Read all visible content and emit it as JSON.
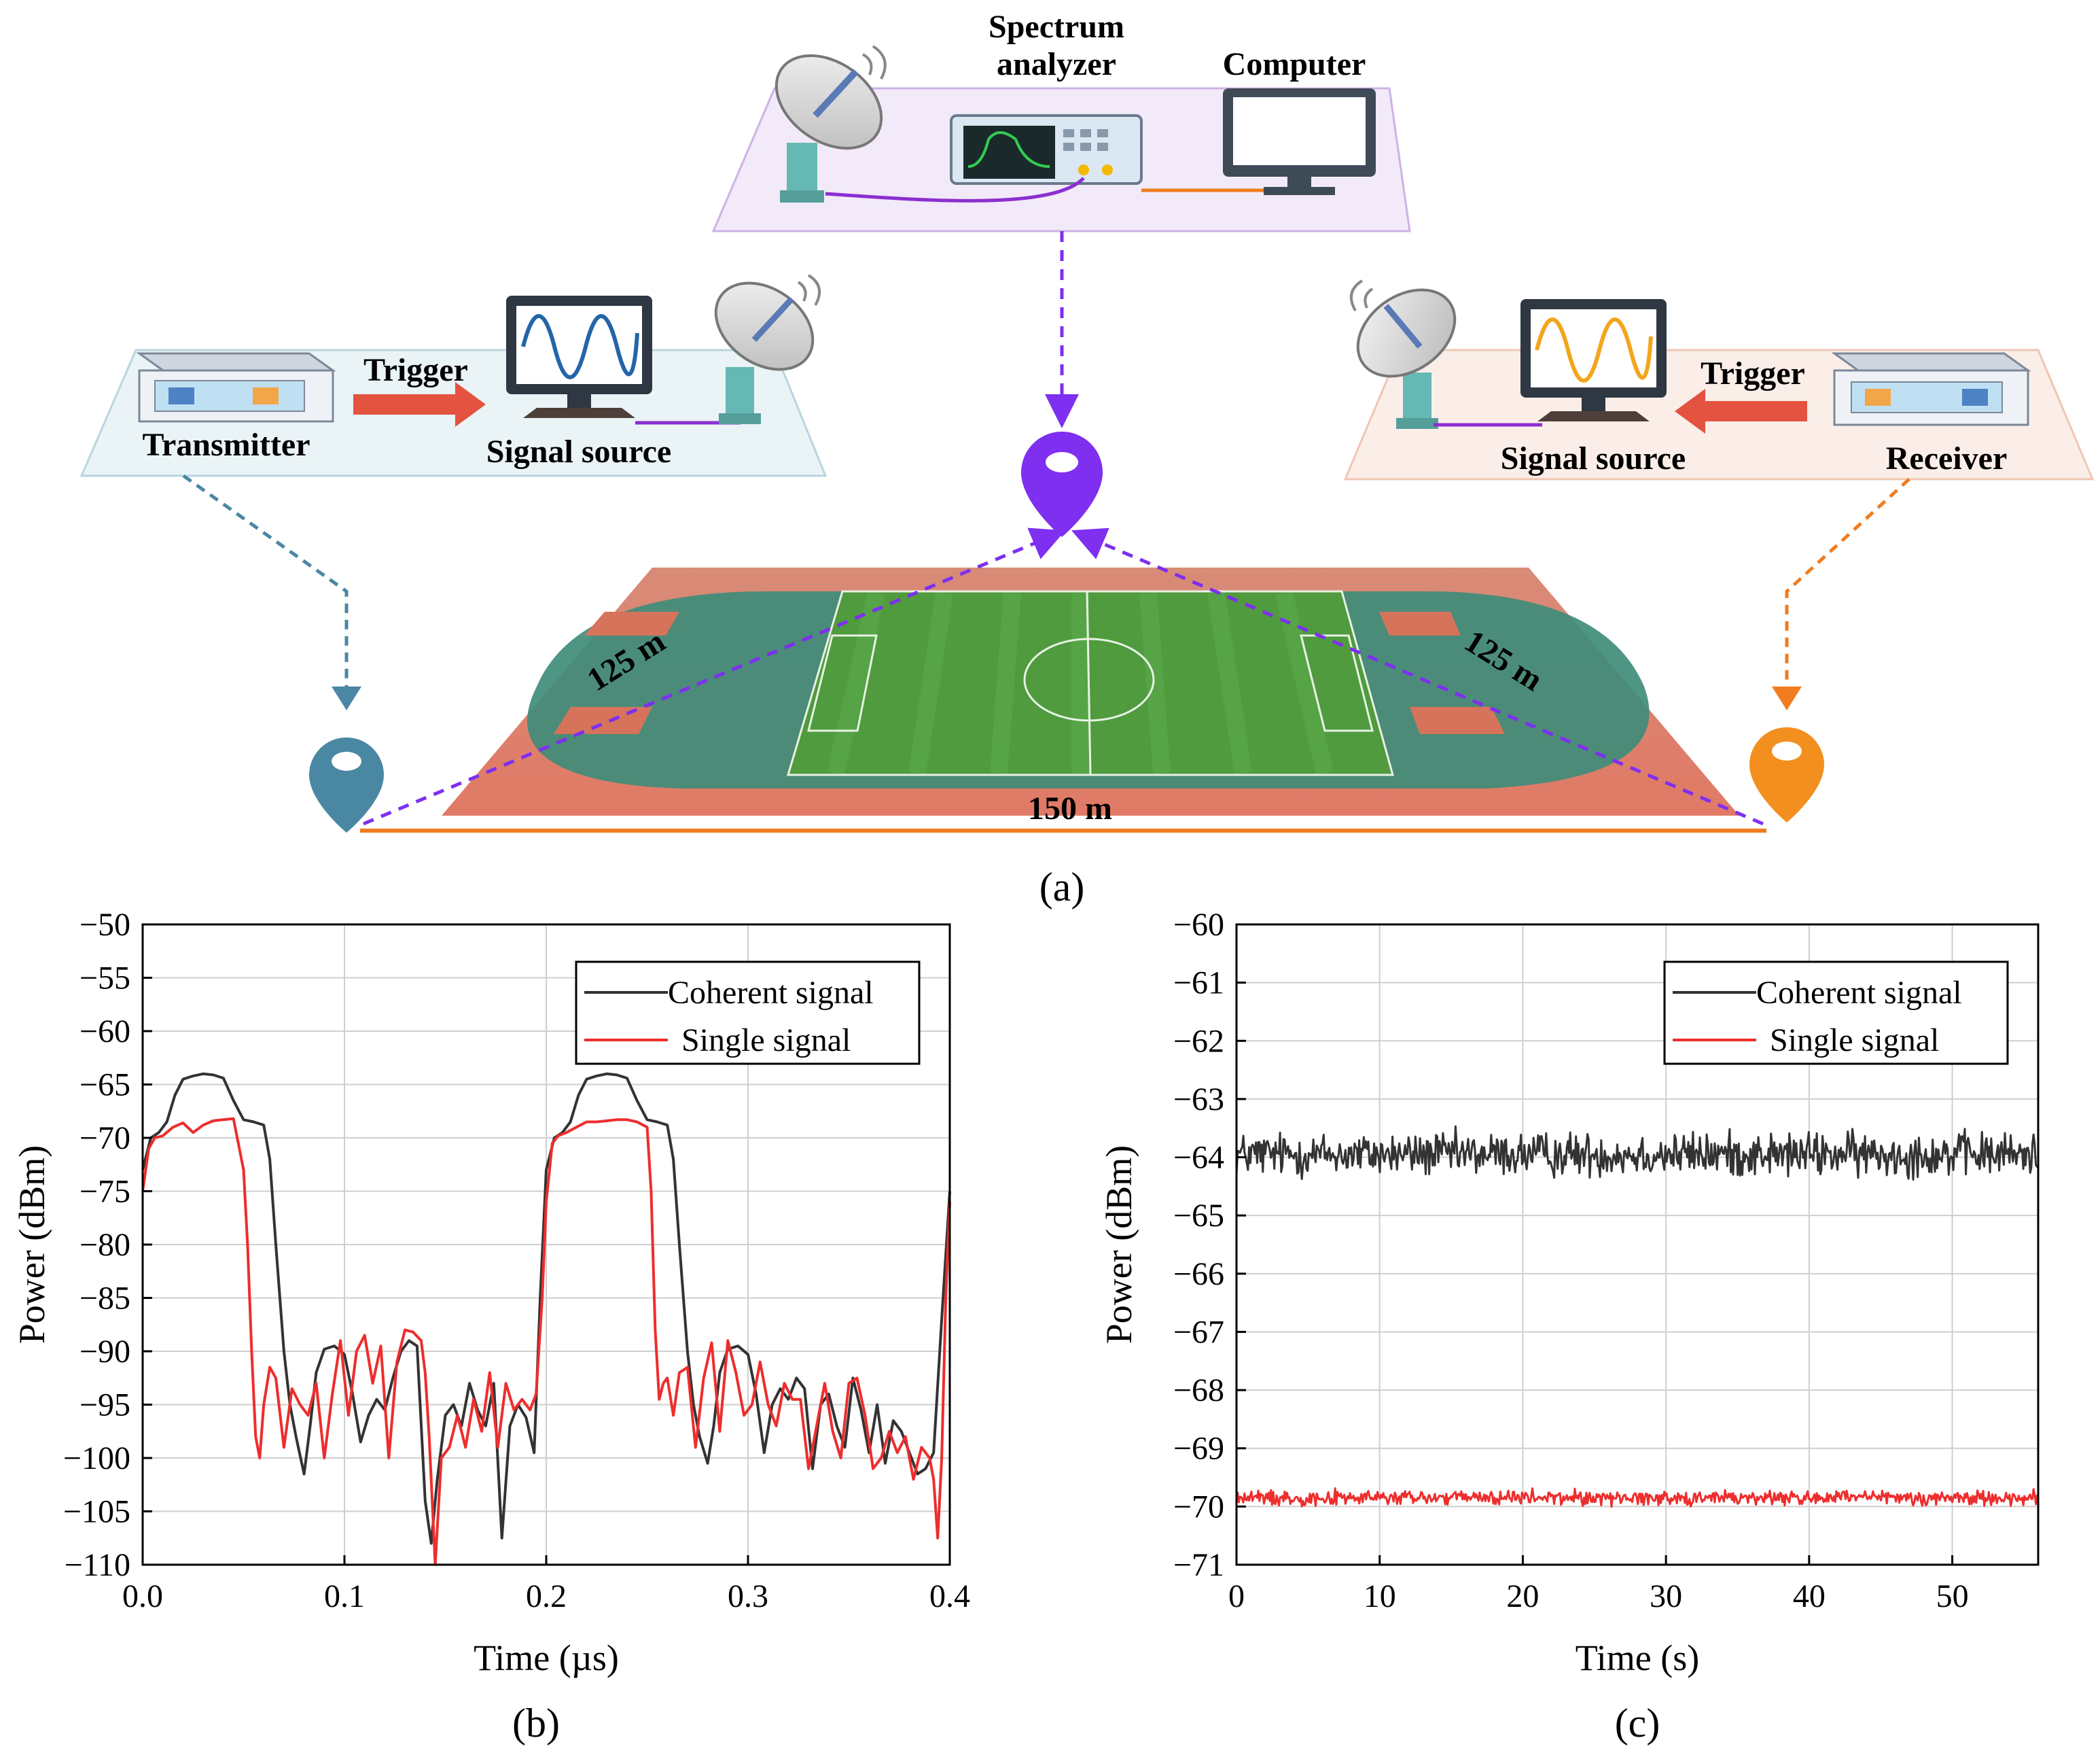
{
  "panel_a": {
    "caption": "(a)",
    "top_station": {
      "spectrum_label_1": "Spectrum",
      "spectrum_label_2": "analyzer",
      "computer_label": "Computer"
    },
    "left_station": {
      "transmitter_label": "Transmitter",
      "trigger_label": "Trigger",
      "signal_source_label": "Signal source"
    },
    "right_station": {
      "receiver_label": "Receiver",
      "trigger_label": "Trigger",
      "signal_source_label": "Signal source"
    },
    "field": {
      "dist_left": "125 m",
      "dist_right": "125 m",
      "dist_base": "150 m"
    },
    "colors": {
      "left_marker": "#4a87a3",
      "center_marker": "#7e2ff0",
      "right_marker": "#f38f1e",
      "base_line": "#f07d20",
      "coherent": "#333333",
      "single": "#ee2d2d"
    }
  },
  "chart_data": [
    {
      "id": "b",
      "type": "line",
      "caption": "(b)",
      "xlabel": "Time (µs)",
      "ylabel": "Power (dBm)",
      "xlim": [
        0,
        0.4
      ],
      "ylim": [
        -110,
        -50
      ],
      "xticks": [
        "0.0",
        "0.1",
        "0.2",
        "0.3",
        "0.4"
      ],
      "yticks": [
        "−50",
        "−55",
        "−60",
        "−65",
        "−70",
        "−75",
        "−80",
        "−85",
        "−90",
        "−95",
        "−100",
        "−105",
        "−110"
      ],
      "grid": true,
      "legend_position": "top-right",
      "series": [
        {
          "name": "Coherent signal",
          "color": "#333333",
          "x": [
            0,
            0.004,
            0.008,
            0.012,
            0.016,
            0.02,
            0.025,
            0.03,
            0.035,
            0.04,
            0.045,
            0.05,
            0.055,
            0.06,
            0.063,
            0.066,
            0.07,
            0.073,
            0.076,
            0.08,
            0.083,
            0.086,
            0.09,
            0.095,
            0.1,
            0.104,
            0.108,
            0.112,
            0.116,
            0.12,
            0.124,
            0.128,
            0.132,
            0.136,
            0.14,
            0.143,
            0.146,
            0.15,
            0.154,
            0.158,
            0.162,
            0.166,
            0.17,
            0.174,
            0.178,
            0.182,
            0.186,
            0.19,
            0.194,
            0.197,
            0.2,
            0.204,
            0.208,
            0.212,
            0.216,
            0.22,
            0.225,
            0.23,
            0.235,
            0.24,
            0.245,
            0.25,
            0.255,
            0.26,
            0.263,
            0.266,
            0.27,
            0.273,
            0.276,
            0.28,
            0.283,
            0.286,
            0.29,
            0.295,
            0.3,
            0.304,
            0.308,
            0.312,
            0.316,
            0.32,
            0.324,
            0.328,
            0.332,
            0.336,
            0.34,
            0.344,
            0.348,
            0.352,
            0.356,
            0.36,
            0.364,
            0.368,
            0.372,
            0.376,
            0.38,
            0.384,
            0.388,
            0.392,
            0.396,
            0.4
          ],
          "y": [
            -73,
            -70,
            -69.5,
            -68.5,
            -66,
            -64.5,
            -64.2,
            -64,
            -64.1,
            -64.4,
            -66.5,
            -68.3,
            -68.5,
            -68.8,
            -72,
            -80,
            -90,
            -95,
            -98,
            -101.5,
            -97,
            -92,
            -89.8,
            -89.5,
            -90.3,
            -94,
            -98.5,
            -96,
            -94.5,
            -95.5,
            -92.5,
            -90,
            -89,
            -89.5,
            -104,
            -108,
            -102,
            -96,
            -95,
            -97,
            -93,
            -95.5,
            -97,
            -93,
            -107.5,
            -97,
            -95,
            -96.2,
            -99.5,
            -85,
            -73,
            -70,
            -69.5,
            -68.5,
            -66,
            -64.5,
            -64.2,
            -64,
            -64.1,
            -64.4,
            -66.5,
            -68.3,
            -68.5,
            -68.8,
            -72,
            -80,
            -90,
            -95,
            -98,
            -100.5,
            -97,
            -92,
            -89.8,
            -89.5,
            -90.3,
            -94,
            -99.5,
            -95,
            -93.5,
            -94.5,
            -92.5,
            -93.5,
            -101,
            -95,
            -94,
            -97,
            -99,
            -92.5,
            -95.5,
            -99.5,
            -95,
            -100.5,
            -96.5,
            -97.5,
            -99.5,
            -101.5,
            -101,
            -99.5,
            -87,
            -75
          ]
        },
        {
          "name": "Single signal",
          "color": "#ee2d2d",
          "x": [
            0,
            0.003,
            0.006,
            0.01,
            0.015,
            0.02,
            0.025,
            0.03,
            0.035,
            0.04,
            0.045,
            0.05,
            0.052,
            0.054,
            0.056,
            0.058,
            0.06,
            0.063,
            0.066,
            0.07,
            0.074,
            0.078,
            0.082,
            0.086,
            0.09,
            0.094,
            0.098,
            0.102,
            0.106,
            0.11,
            0.114,
            0.118,
            0.122,
            0.126,
            0.13,
            0.134,
            0.138,
            0.14,
            0.142,
            0.145,
            0.148,
            0.152,
            0.156,
            0.16,
            0.164,
            0.168,
            0.172,
            0.176,
            0.18,
            0.184,
            0.188,
            0.192,
            0.195,
            0.198,
            0.2,
            0.203,
            0.206,
            0.21,
            0.215,
            0.22,
            0.225,
            0.23,
            0.235,
            0.24,
            0.245,
            0.25,
            0.252,
            0.254,
            0.256,
            0.258,
            0.26,
            0.263,
            0.266,
            0.27,
            0.274,
            0.278,
            0.282,
            0.286,
            0.29,
            0.294,
            0.298,
            0.302,
            0.306,
            0.31,
            0.314,
            0.318,
            0.322,
            0.326,
            0.33,
            0.334,
            0.338,
            0.342,
            0.346,
            0.35,
            0.354,
            0.358,
            0.362,
            0.366,
            0.37,
            0.374,
            0.378,
            0.382,
            0.386,
            0.39,
            0.392,
            0.394,
            0.396,
            0.398,
            0.4
          ],
          "y": [
            -75,
            -71,
            -70,
            -69.8,
            -69,
            -68.6,
            -69.5,
            -68.8,
            -68.4,
            -68.3,
            -68.2,
            -73,
            -80,
            -90,
            -98,
            -100,
            -95,
            -91.5,
            -92.5,
            -99,
            -93.5,
            -95,
            -96,
            -93,
            -100,
            -94,
            -89,
            -96,
            -90,
            -88.5,
            -93,
            -89.5,
            -100,
            -91,
            -88,
            -88.2,
            -89,
            -92,
            -98,
            -110,
            -100,
            -99,
            -96,
            -99,
            -94.5,
            -97.5,
            -92,
            -99,
            -93,
            -95.5,
            -94.5,
            -95.5,
            -94,
            -85,
            -76,
            -70.5,
            -69.8,
            -69.5,
            -69,
            -68.5,
            -68.5,
            -68.4,
            -68.3,
            -68.3,
            -68.5,
            -69,
            -75,
            -88,
            -94.5,
            -93,
            -92.5,
            -96,
            -92,
            -91.5,
            -99,
            -92.5,
            -89.2,
            -97.5,
            -89,
            -92,
            -96,
            -95,
            -91,
            -95,
            -97,
            -93,
            -94.5,
            -94.5,
            -101,
            -97,
            -93,
            -97.5,
            -100,
            -93,
            -92.5,
            -96,
            -101,
            -100,
            -97.5,
            -99.5,
            -98,
            -102,
            -99,
            -100,
            -102,
            -107.5,
            -100,
            -85,
            -76
          ]
        }
      ]
    },
    {
      "id": "c",
      "type": "line",
      "caption": "(c)",
      "xlabel": "Time (s)",
      "ylabel": "Power (dBm)",
      "xlim": [
        0,
        56
      ],
      "ylim": [
        -71,
        -60
      ],
      "xticks": [
        "0",
        "10",
        "20",
        "30",
        "40",
        "50"
      ],
      "yticks": [
        "−60",
        "−61",
        "−62",
        "−63",
        "−64",
        "−65",
        "−66",
        "−67",
        "−68",
        "−69",
        "−70",
        "−71"
      ],
      "grid": true,
      "legend_position": "top-right",
      "series": [
        {
          "name": "Coherent signal",
          "color": "#333333",
          "mean": -63.95,
          "amplitude": 0.35,
          "points": 700
        },
        {
          "name": "Single signal",
          "color": "#ee2d2d",
          "mean": -69.85,
          "amplitude": 0.12,
          "points": 700
        }
      ]
    }
  ]
}
